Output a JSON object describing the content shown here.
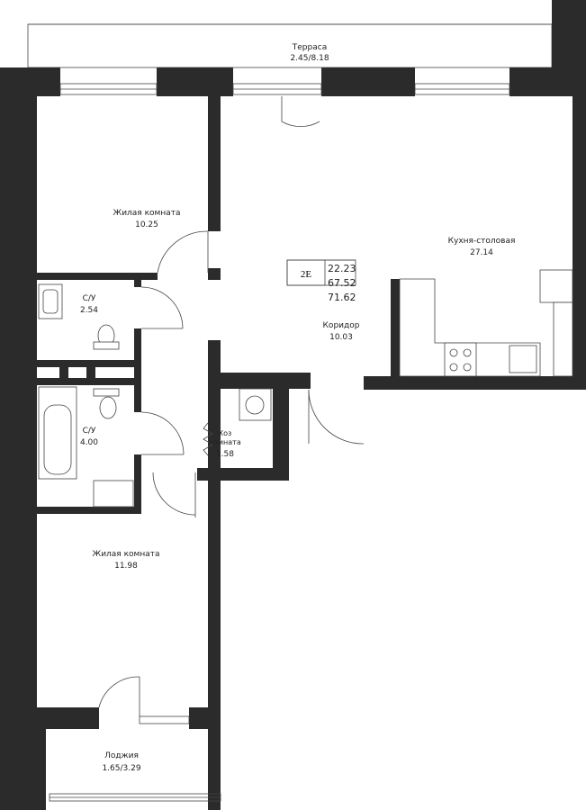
{
  "apartment": {
    "type": "2E",
    "areas": [
      "22.23",
      "67.52",
      "71.62"
    ]
  },
  "rooms": {
    "terrace": {
      "name": "Терраса",
      "area": "2.45/8.18"
    },
    "living1": {
      "name": "Жилая комната",
      "area": "10.25"
    },
    "kitchen": {
      "name": "Кухня-столовая",
      "area": "27.14"
    },
    "bath1": {
      "name": "С/У",
      "area": "2.54"
    },
    "corridor": {
      "name": "Коридор",
      "area": "10.03"
    },
    "bath2": {
      "name": "С/У",
      "area": "4.00"
    },
    "storage": {
      "name_line1": "Хоз",
      "name_line2": "комната",
      "area": "1.58"
    },
    "living2": {
      "name": "Жилая комната",
      "area": "11.98"
    },
    "loggia": {
      "name": "Лоджия",
      "area": "1.65/3.29"
    }
  },
  "colors": {
    "wall": "#2b2b2b",
    "line": "#444444",
    "background": "#ffffff"
  }
}
